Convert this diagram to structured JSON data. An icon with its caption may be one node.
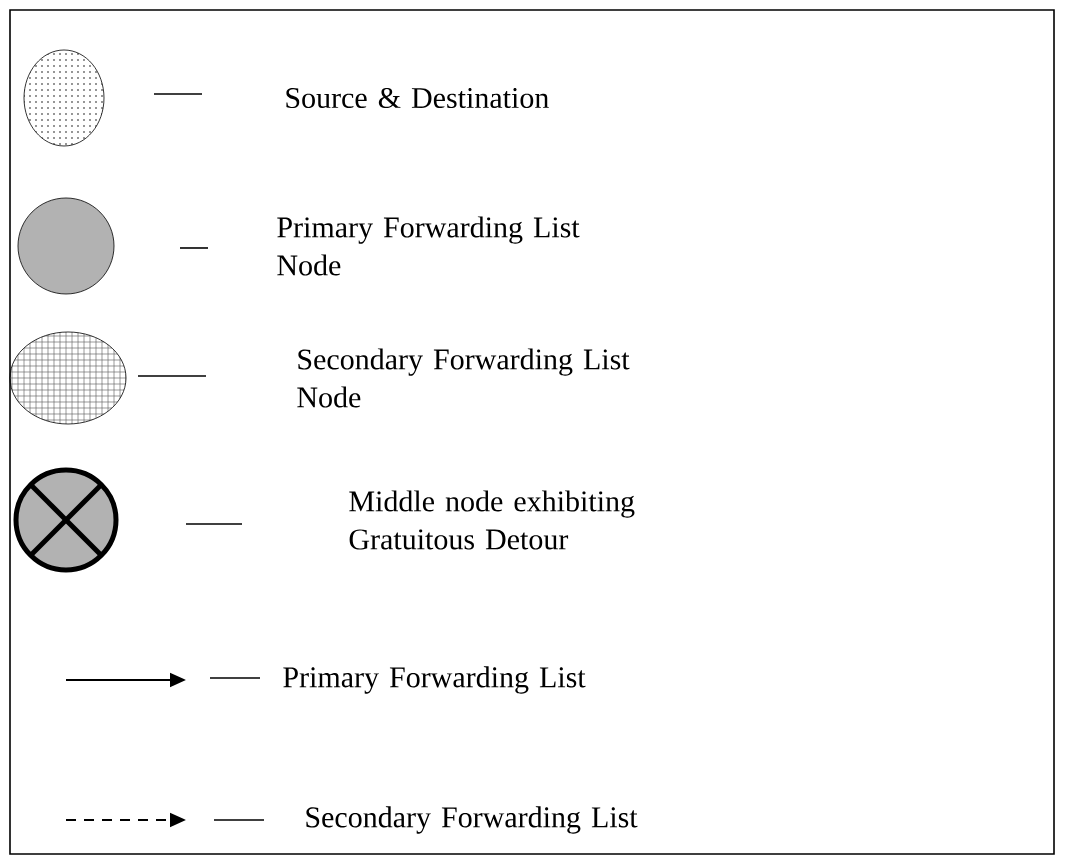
{
  "diagram": {
    "legend": [
      {
        "text": "Source & Destination"
      },
      {
        "text": "Primary Forwarding List Node"
      },
      {
        "text": "Secondary Forwarding List Node"
      },
      {
        "text": "Middle node exhibiting Gratuitous Detour"
      },
      {
        "text": "Primary Forwarding List"
      },
      {
        "text": "Secondary Forwarding List"
      }
    ]
  }
}
